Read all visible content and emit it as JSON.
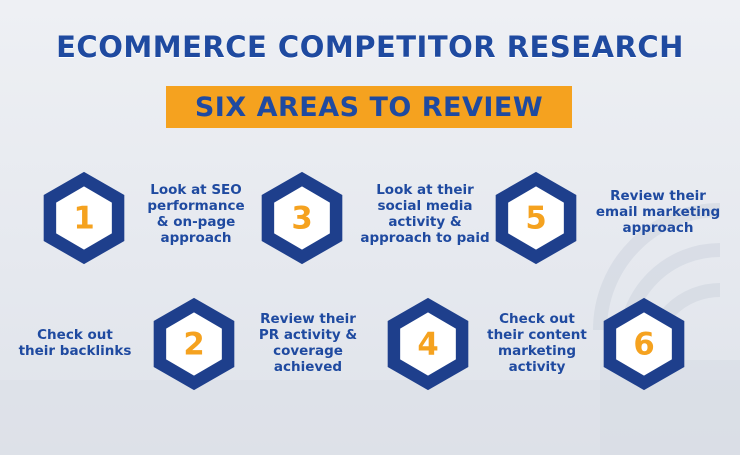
{
  "header": {
    "title": "ECOMMERCE COMPETITOR RESEARCH",
    "subtitle": "SIX AREAS TO REVIEW"
  },
  "colors": {
    "title_blue": "#1f4aa0",
    "hex_blue": "#1e3f8c",
    "number_orange": "#f5a21f",
    "banner_orange": "#f5a21f",
    "hex_fill": "#ffffff"
  },
  "steps": [
    {
      "number": "1",
      "lines": [
        "Look at SEO",
        "performance",
        "& on-page",
        "approach"
      ]
    },
    {
      "number": "2",
      "lines": [
        "Review their",
        "PR activity &",
        "coverage",
        "achieved"
      ]
    },
    {
      "number": "3",
      "lines": [
        "Look at their",
        "social media",
        "activity &",
        "approach to paid"
      ]
    },
    {
      "number": "4",
      "lines": [
        "Check out",
        "their content",
        "marketing",
        "activity"
      ]
    },
    {
      "number": "5",
      "lines": [
        "Review their",
        "email marketing",
        "approach"
      ]
    },
    {
      "number": "6",
      "lines": []
    }
  ],
  "extra_labels": {
    "backlinks": [
      "Check out",
      "their backlinks"
    ]
  }
}
